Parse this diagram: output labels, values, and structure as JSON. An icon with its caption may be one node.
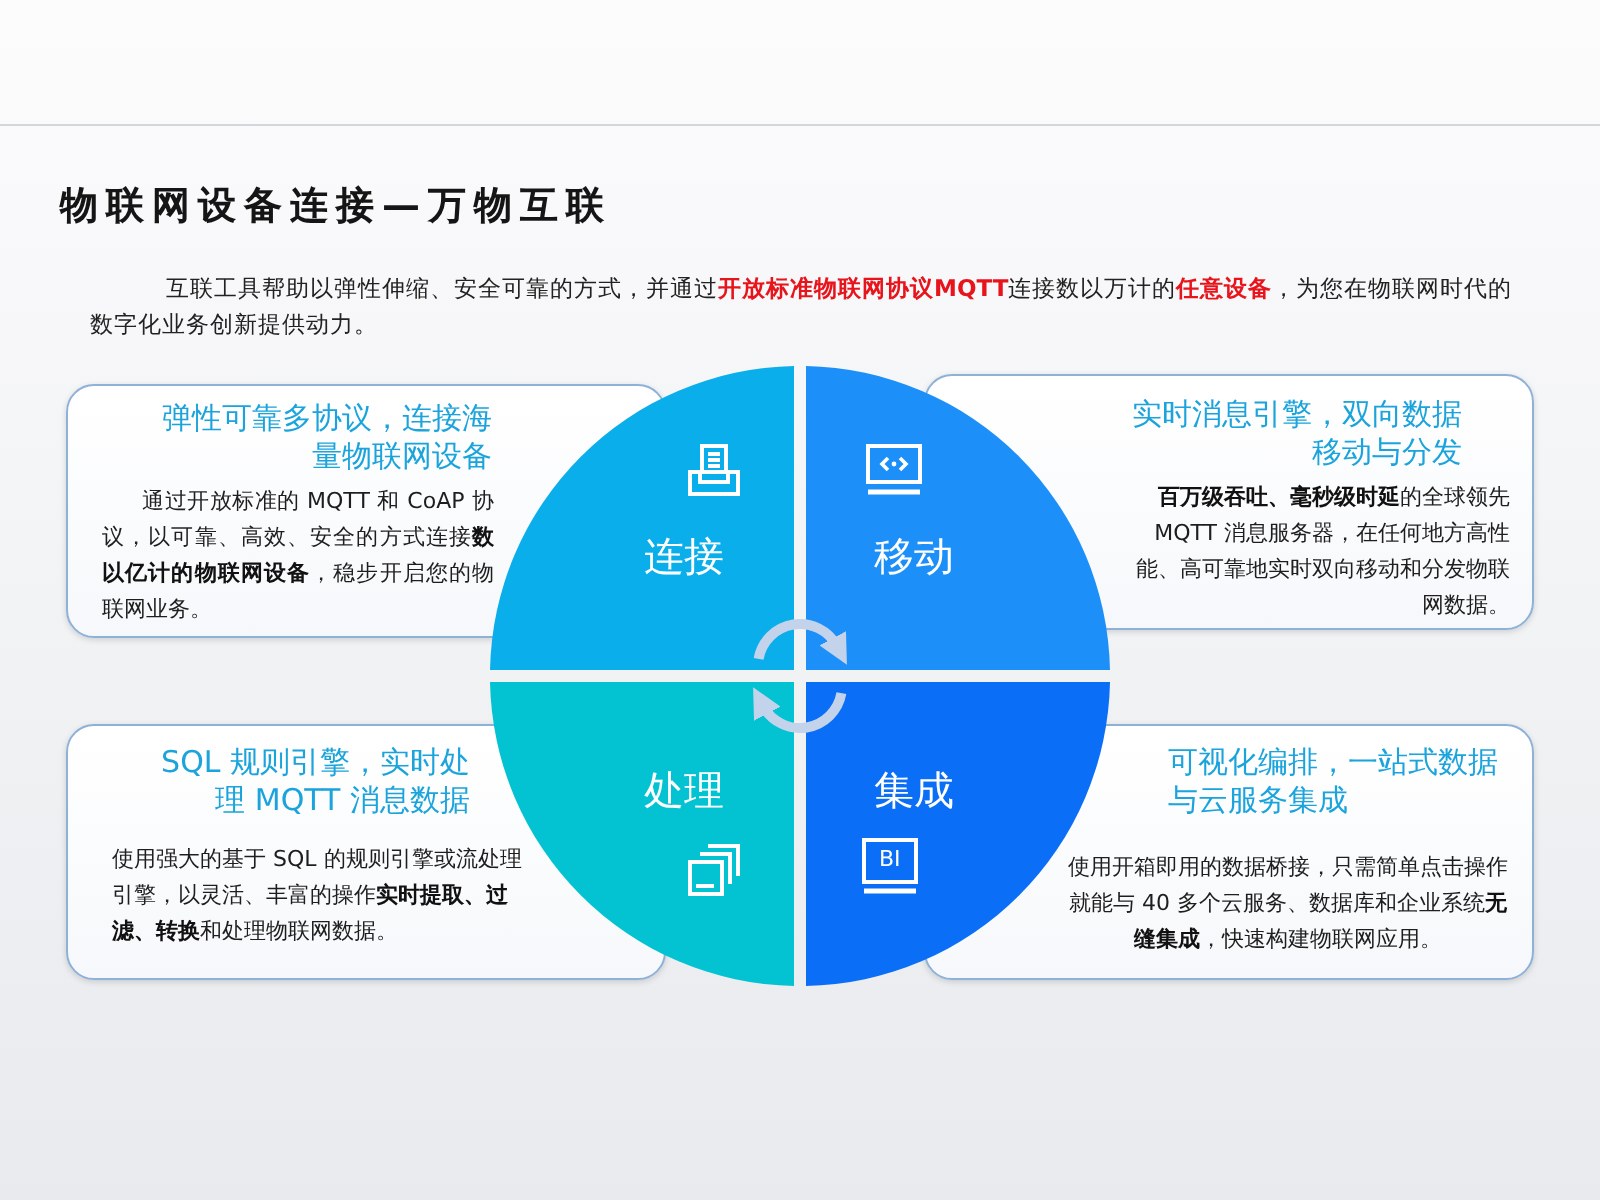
{
  "diagram": {
    "title": "物联网设备连接—万物互联",
    "nodes": [
      {
        "text": [
          "弹性可靠多协议，连接海量物联网设备",
          "通过开放标准的 MQTT 和 CoAP 协议，以可靠、高效、安全的方式连接**数以亿计的物联网设备**，稳步开启您的物联网业务。"
        ]
      },
      {
        "text": [
          "连接"
        ]
      },
      {
        "text": [
          "移动"
        ]
      },
      {
        "text": [
          "实时消息引擎，双向数据移动与分发",
          "**百万级吞吐、毫秒级时延**的全球领先 MQTT 消息服务器，在任何地方高性能、高可靠地实时双向移动和分发物联网数据。"
        ]
      },
      {
        "text": [
          "SQL 规则引擎，实时处理 MQTT 消息数据",
          "使用强大的基于 SQL 的规则引擎或流处理引擎，以灵活、丰富的操作**实时提取、过滤、转换**和处理物联网数据。"
        ]
      },
      {
        "text": [
          "处理"
        ]
      },
      {
        "text": [
          "集成",
          "BI"
        ]
      },
      {
        "text": [
          "可视化编排，一站式数据与云服务集成",
          "使用开箱即用的数据桥接，只需简单点击操作就能与 40 多个云服务、数据库和企业系统**无缝集成**，快速构建物联网应用。"
        ]
      }
    ],
    "edges": [
      {
        "from": 1,
        "to": 2,
        "arrow": "to"
      },
      {
        "from": 6,
        "to": 5,
        "arrow": "to"
      }
    ],
    "labels": [
      "互联工具帮助以弹性伸缩、安全可靠的方式，并通过**开放标准物联网协议MQTT**连接数以万计的**任意设备**，为您在物联网时代的数字化业务创新提供动力。"
    ]
  }
}
